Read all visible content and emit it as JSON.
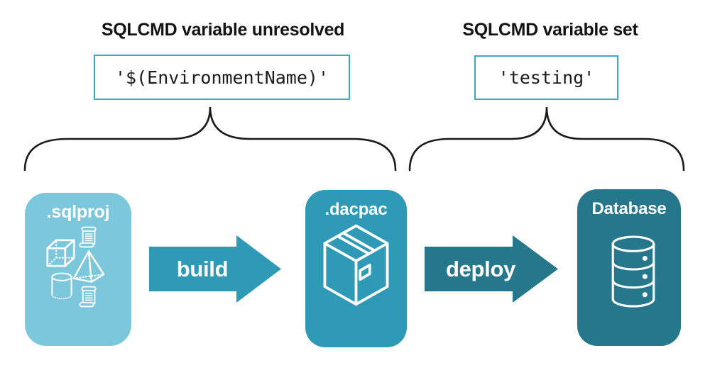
{
  "annotations": {
    "unresolved": {
      "heading": "SQLCMD variable unresolved",
      "code": "'$(EnvironmentName)'"
    },
    "resolved": {
      "heading": "SQLCMD variable set",
      "code": "'testing'"
    }
  },
  "pipeline": {
    "sqlproj": {
      "label": ".sqlproj",
      "icons": [
        "scroll-icon",
        "cube-icon",
        "pyramid-icon",
        "cylinder-icon",
        "scroll-icon"
      ]
    },
    "build": {
      "label": "build"
    },
    "dacpac": {
      "label": ".dacpac",
      "icon": "package-box-icon"
    },
    "deploy": {
      "label": "deploy"
    },
    "database": {
      "label": "Database",
      "icon": "database-cylinder-icon"
    }
  },
  "colors": {
    "light_blue": "#7CC7DB",
    "teal": "#2E9AB5",
    "dark_teal": "#26778C",
    "code_border": "#3FA6C4",
    "text_dark": "#141414",
    "brace": "#1A1A1A"
  }
}
